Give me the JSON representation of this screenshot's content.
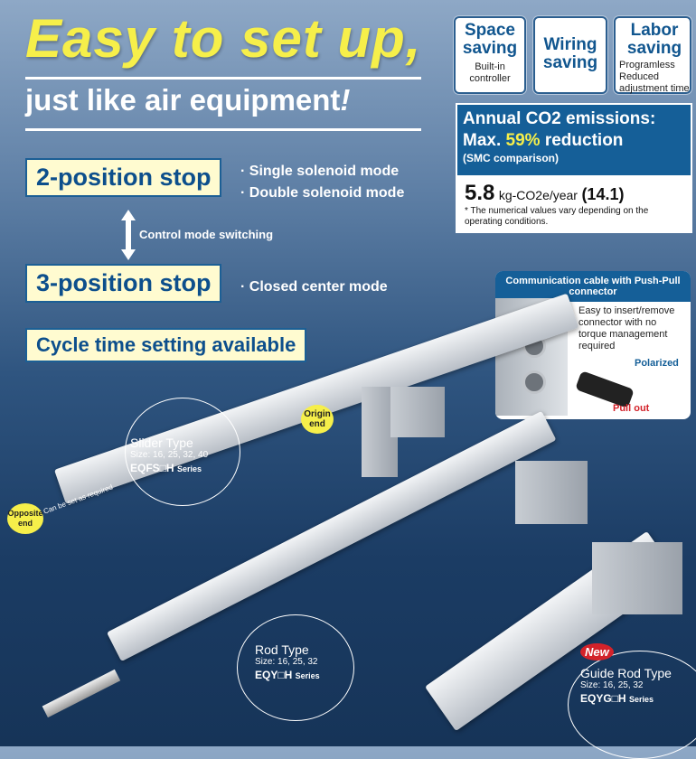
{
  "headline": {
    "line1": "Easy to set up,",
    "line2": "just like air equipment",
    "line2_mark": "!"
  },
  "modes": {
    "two_position": "2-position stop",
    "two_opts": [
      "· Single solenoid mode",
      "· Double solenoid mode"
    ],
    "switching": "Control mode switching",
    "three_position": "3-position stop",
    "three_opts": [
      "· Closed center mode"
    ],
    "cycle": "Cycle time setting available"
  },
  "features": [
    {
      "title": "Space saving",
      "sub": "Built-in controller"
    },
    {
      "title": "Wiring saving",
      "sub": ""
    },
    {
      "title": "Labor saving",
      "sub": "Programless Reduced adjustment time"
    }
  ],
  "co2": {
    "line1": "Annual CO2 emissions:",
    "line2_pre": "Max.",
    "percent": "59%",
    "line2_post": "reduction",
    "note": "(SMC comparison)",
    "value": "5.8",
    "unit": "kg-CO2e/year",
    "compare": "(14.1)",
    "footnote": "* The numerical values vary depending on the operating conditions.",
    "highlight_color": "#f6ef4a"
  },
  "comm": {
    "title": "Communication cable with Push-Pull connector",
    "desc": "Easy to insert/remove connector with no torque management required",
    "polarized": "Polarized",
    "pull_out": "Pull out"
  },
  "slider": {
    "type": "Slider Type",
    "size": "Size: 16, 25, 32, 40",
    "series": "EQFS□H",
    "series_suffix": "Series",
    "origin": "Origin end",
    "opposite": "Opposite end",
    "set": "Can be set as required"
  },
  "rod": {
    "type": "Rod Type",
    "size": "Size: 16, 25, 32",
    "series": "EQY□H",
    "series_suffix": "Series"
  },
  "guide": {
    "badge": "New",
    "type": "Guide Rod Type",
    "size": "Size: 16, 25, 32",
    "series": "EQYG□H",
    "series_suffix": "Series"
  }
}
